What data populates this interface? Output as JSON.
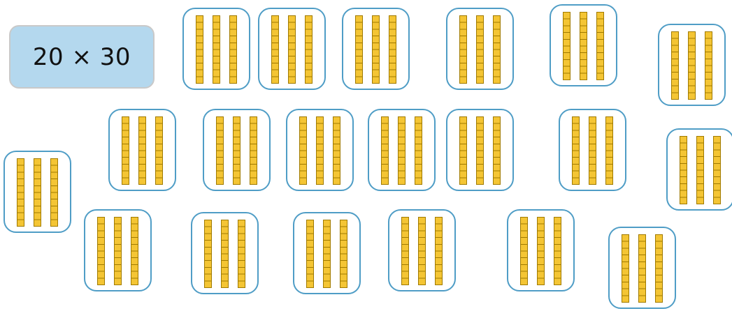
{
  "expression": "20 × 30",
  "groups": [
    {
      "tens_rods": 3
    },
    {
      "tens_rods": 3
    },
    {
      "tens_rods": 3
    },
    {
      "tens_rods": 3
    },
    {
      "tens_rods": 3
    },
    {
      "tens_rods": 3
    },
    {
      "tens_rods": 3
    },
    {
      "tens_rods": 3
    },
    {
      "tens_rods": 3
    },
    {
      "tens_rods": 3
    },
    {
      "tens_rods": 3
    },
    {
      "tens_rods": 3
    },
    {
      "tens_rods": 3
    },
    {
      "tens_rods": 3
    },
    {
      "tens_rods": 3
    },
    {
      "tens_rods": 3
    },
    {
      "tens_rods": 3
    },
    {
      "tens_rods": 3
    },
    {
      "tens_rods": 3
    },
    {
      "tens_rods": 3
    }
  ],
  "colors": {
    "card_background": "#b4d8ee",
    "group_border": "#4f9dc6",
    "rod_fill": "#f4c534",
    "rod_outline": "#a07a00"
  }
}
